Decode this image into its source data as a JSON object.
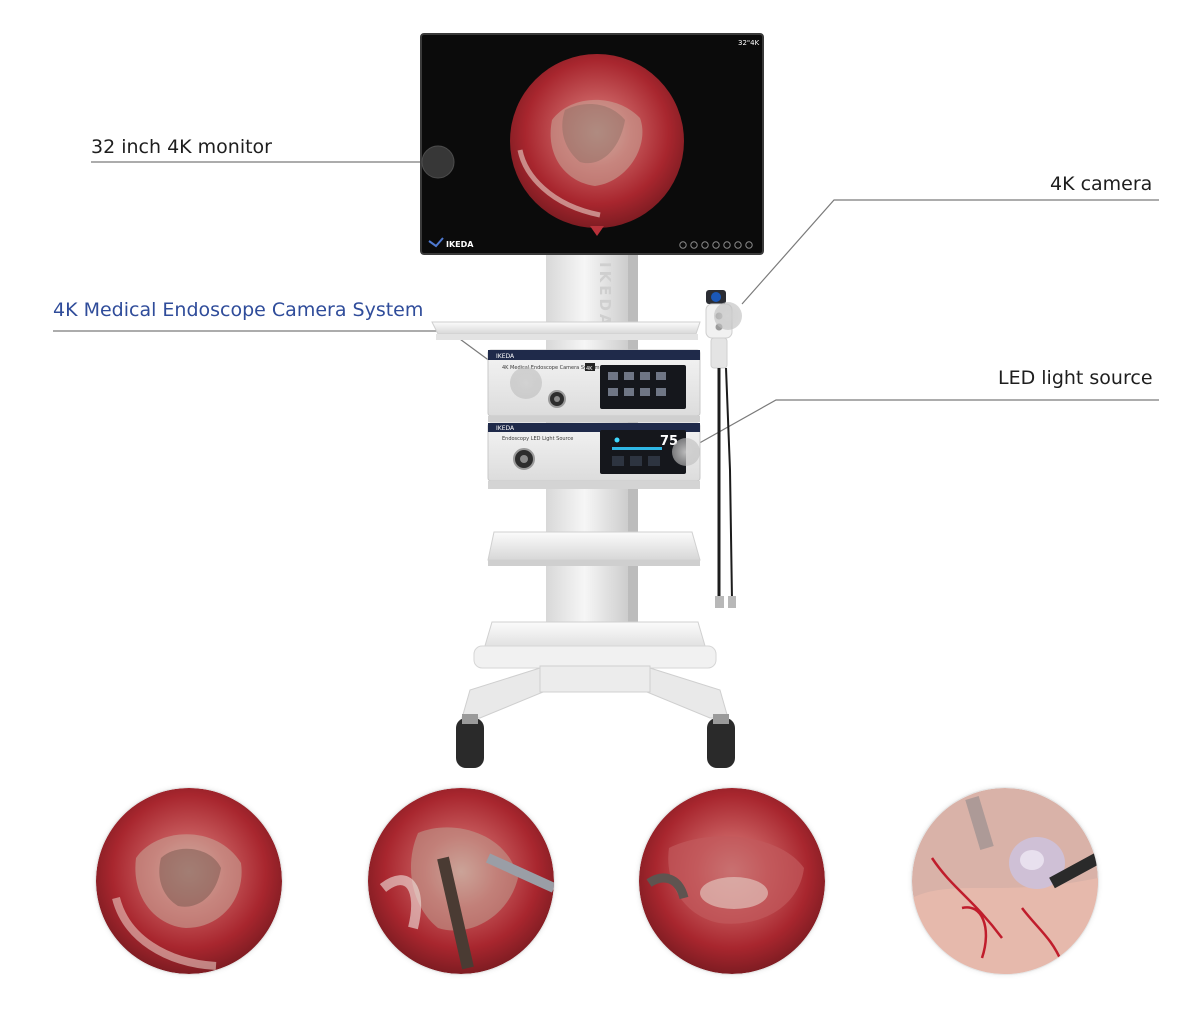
{
  "callouts": {
    "monitor": "32 inch 4K monitor",
    "system": "4K Medical Endoscope Camera System",
    "camera": "4K camera",
    "led": "LED light source"
  },
  "monitor": {
    "badge": "32\"4K",
    "brand": "IKEDA"
  },
  "column_brand": "IKEDA",
  "camera_unit": {
    "brand": "IKEDA",
    "title": "4K Medical Endoscope Camera System",
    "badge": "4K"
  },
  "light_unit": {
    "brand": "IKEDA",
    "title": "Endoscopy LED Light Source",
    "level": "75"
  },
  "colors": {
    "accent": "#2f4c9a",
    "tissue_red": "#b8313a",
    "line_grey": "#7a7a7a"
  }
}
